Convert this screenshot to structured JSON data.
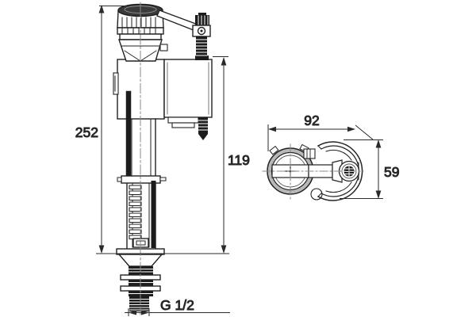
{
  "drawing": {
    "dimensions": {
      "overall_height": "252",
      "side_height": "119",
      "top_width": "92",
      "top_depth": "59",
      "thread_size": "G 1/2"
    },
    "colors": {
      "line": "#222222",
      "dark_fill": "#1c1c1c",
      "ring_shading": "#b8b8b8",
      "dim_text": "#1f1f1f",
      "background": "#ffffff"
    }
  }
}
